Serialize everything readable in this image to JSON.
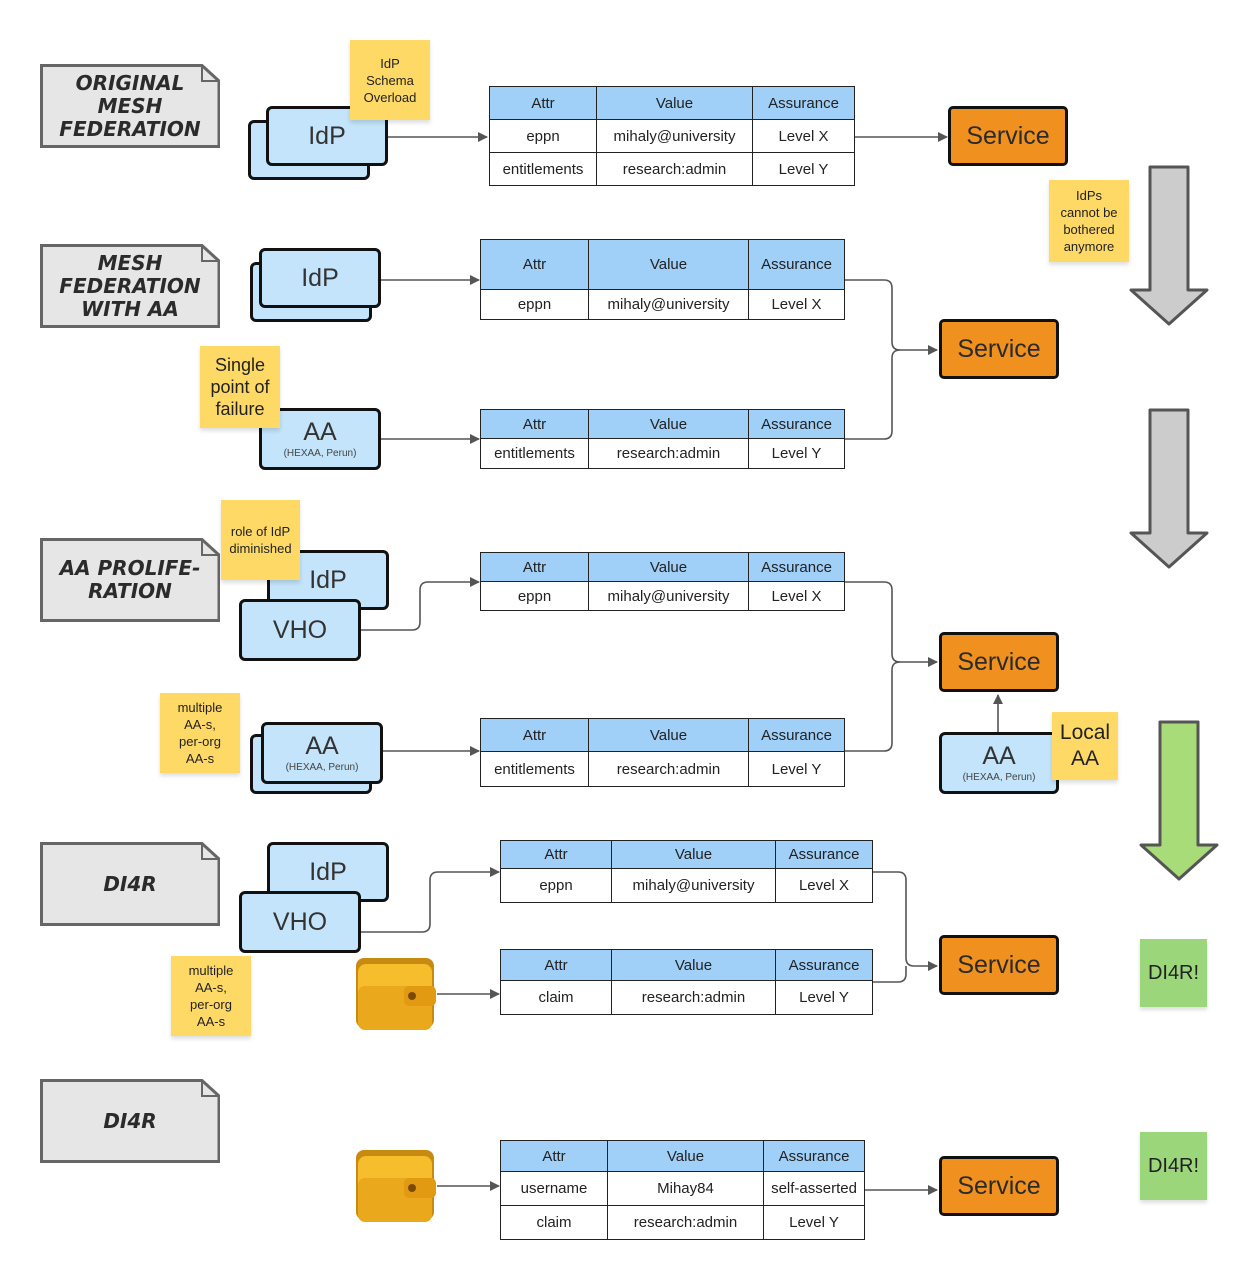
{
  "colors": {
    "node_fill": "#c3e4fa",
    "service_fill": "#f0901f",
    "note_yellow": "#ffd966",
    "note_green": "#9cd67a",
    "table_header": "#a0cff8",
    "arrow_gray": "#cccccc",
    "arrow_green": "#a8dc78"
  },
  "sections": {
    "s1": "ORIGINAL\nMESH\nFEDERATION",
    "s2": "MESH\nFEDERATION\nWITH AA",
    "s3": "AA PROLIFE-\nRATION",
    "s4": "DI4R",
    "s5": "DI4R"
  },
  "nodes": {
    "idp": "IdP",
    "aa": "AA",
    "aa_sub": "(HEXAA, Perun)",
    "vho": "VHO",
    "service": "Service"
  },
  "notes": {
    "schema_overload": "IdP\nSchema\nOverload",
    "idps_bothered": "IdPs\ncannot be\nbothered\nanymore",
    "single_point": "Single\npoint of\nfailure",
    "role_idp": "role of IdP\ndiminished",
    "multiple_aa": "multiple\nAA-s,\nper-org\nAA-s",
    "local_aa": "Local\nAA",
    "di4r_badge": "DI4R!"
  },
  "tables": {
    "headers": {
      "attr": "Attr",
      "value": "Value",
      "assurance": "Assurance"
    },
    "t1": [
      {
        "attr": "eppn",
        "value": "mihaly@university",
        "assurance": "Level X"
      },
      {
        "attr": "entitlements",
        "value": "research:admin",
        "assurance": "Level Y"
      }
    ],
    "t2a": [
      {
        "attr": "eppn",
        "value": "mihaly@university",
        "assurance": "Level X"
      }
    ],
    "t2b": [
      {
        "attr": "entitlements",
        "value": "research:admin",
        "assurance": "Level Y"
      }
    ],
    "t3a": [
      {
        "attr": "eppn",
        "value": "mihaly@university",
        "assurance": "Level X"
      }
    ],
    "t3b": [
      {
        "attr": "entitlements",
        "value": "research:admin",
        "assurance": "Level Y"
      }
    ],
    "t4a": [
      {
        "attr": "eppn",
        "value": "mihaly@university",
        "assurance": "Level X"
      }
    ],
    "t4b": [
      {
        "attr": "claim",
        "value": "research:admin",
        "assurance": "Level Y"
      }
    ],
    "t5": [
      {
        "attr": "username",
        "value": "Mihay84",
        "assurance": "self-asserted"
      },
      {
        "attr": "claim",
        "value": "research:admin",
        "assurance": "Level Y"
      }
    ]
  }
}
